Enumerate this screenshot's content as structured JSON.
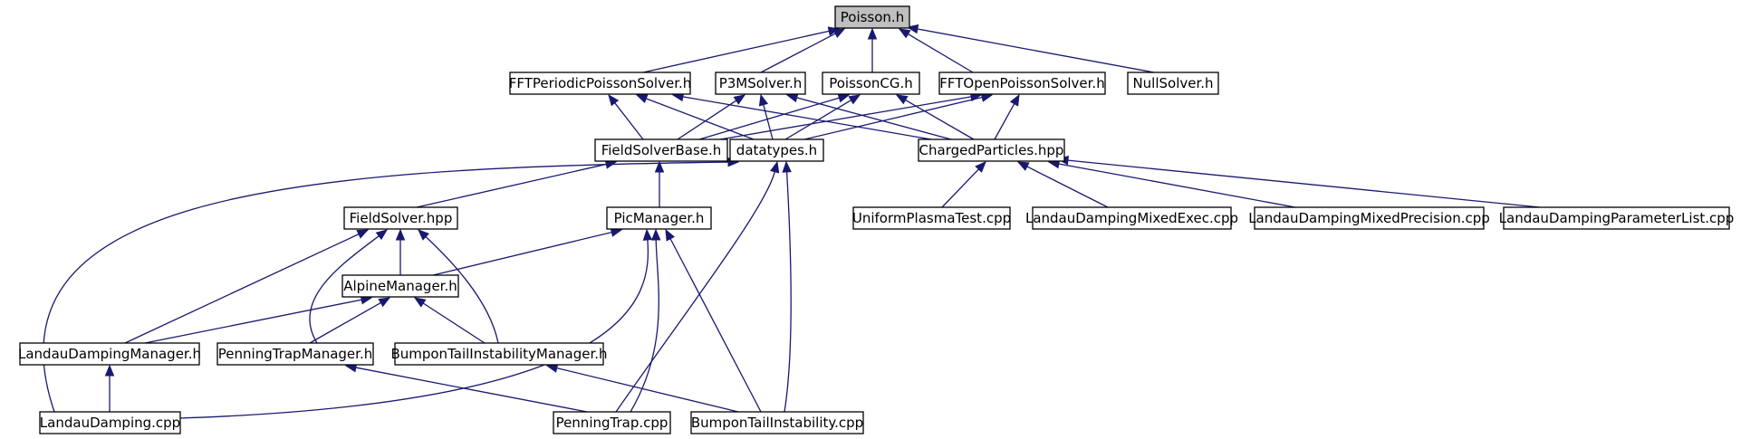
{
  "diagram": {
    "edge_color": "#191970",
    "root_fill": "#bfbfbf",
    "nodes": [
      {
        "id": "poisson",
        "label": "Poisson.h",
        "root": true
      },
      {
        "id": "fftperiodic",
        "label": "FFTPeriodicPoissonSolver.h"
      },
      {
        "id": "p3m",
        "label": "P3MSolver.h"
      },
      {
        "id": "poissoncg",
        "label": "PoissonCG.h"
      },
      {
        "id": "fftopen",
        "label": "FFTOpenPoissonSolver.h"
      },
      {
        "id": "nullsolver",
        "label": "NullSolver.h"
      },
      {
        "id": "fieldsolverbase",
        "label": "FieldSolverBase.h"
      },
      {
        "id": "datatypes",
        "label": "datatypes.h"
      },
      {
        "id": "chargedparticles",
        "label": "ChargedParticles.hpp"
      },
      {
        "id": "fieldsolver",
        "label": "FieldSolver.hpp"
      },
      {
        "id": "picmanager",
        "label": "PicManager.h"
      },
      {
        "id": "uniformplasma",
        "label": "UniformPlasmaTest.cpp"
      },
      {
        "id": "ldmixedexec",
        "label": "LandauDampingMixedExec.cpp"
      },
      {
        "id": "ldmixedprec",
        "label": "LandauDampingMixedPrecision.cpp"
      },
      {
        "id": "ldparamlist",
        "label": "LandauDampingParameterList.cpp"
      },
      {
        "id": "alpinemanager",
        "label": "AlpineManager.h"
      },
      {
        "id": "ldmanager",
        "label": "LandauDampingManager.h"
      },
      {
        "id": "ptmanager",
        "label": "PenningTrapManager.h"
      },
      {
        "id": "btimanager",
        "label": "BumponTailInstabilityManager.h"
      },
      {
        "id": "landaudamping",
        "label": "LandauDamping.cpp"
      },
      {
        "id": "penningtrap",
        "label": "PenningTrap.cpp"
      },
      {
        "id": "bumpontail",
        "label": "BumponTailInstability.cpp"
      }
    ],
    "edges": [
      {
        "from": "fftperiodic",
        "to": "poisson"
      },
      {
        "from": "p3m",
        "to": "poisson"
      },
      {
        "from": "poissoncg",
        "to": "poisson"
      },
      {
        "from": "fftopen",
        "to": "poisson"
      },
      {
        "from": "nullsolver",
        "to": "poisson"
      },
      {
        "from": "fieldsolverbase",
        "to": "fftperiodic"
      },
      {
        "from": "datatypes",
        "to": "fftperiodic"
      },
      {
        "from": "chargedparticles",
        "to": "fftperiodic"
      },
      {
        "from": "fieldsolverbase",
        "to": "p3m"
      },
      {
        "from": "datatypes",
        "to": "p3m"
      },
      {
        "from": "chargedparticles",
        "to": "p3m"
      },
      {
        "from": "fieldsolverbase",
        "to": "poissoncg"
      },
      {
        "from": "datatypes",
        "to": "poissoncg"
      },
      {
        "from": "chargedparticles",
        "to": "poissoncg"
      },
      {
        "from": "fieldsolverbase",
        "to": "fftopen"
      },
      {
        "from": "datatypes",
        "to": "fftopen"
      },
      {
        "from": "chargedparticles",
        "to": "fftopen"
      },
      {
        "from": "fieldsolver",
        "to": "fieldsolverbase"
      },
      {
        "from": "picmanager",
        "to": "fieldsolverbase"
      },
      {
        "from": "landaudamping",
        "to": "datatypes"
      },
      {
        "from": "penningtrap",
        "to": "datatypes"
      },
      {
        "from": "bumpontail",
        "to": "datatypes"
      },
      {
        "from": "uniformplasma",
        "to": "chargedparticles"
      },
      {
        "from": "ldmixedexec",
        "to": "chargedparticles"
      },
      {
        "from": "ldmixedprec",
        "to": "chargedparticles"
      },
      {
        "from": "ldparamlist",
        "to": "chargedparticles"
      },
      {
        "from": "alpinemanager",
        "to": "fieldsolver"
      },
      {
        "from": "ldmanager",
        "to": "fieldsolver"
      },
      {
        "from": "ptmanager",
        "to": "fieldsolver"
      },
      {
        "from": "btimanager",
        "to": "fieldsolver"
      },
      {
        "from": "alpinemanager",
        "to": "picmanager"
      },
      {
        "from": "landaudamping",
        "to": "picmanager"
      },
      {
        "from": "penningtrap",
        "to": "picmanager"
      },
      {
        "from": "bumpontail",
        "to": "picmanager"
      },
      {
        "from": "ldmanager",
        "to": "alpinemanager"
      },
      {
        "from": "ptmanager",
        "to": "alpinemanager"
      },
      {
        "from": "btimanager",
        "to": "alpinemanager"
      },
      {
        "from": "landaudamping",
        "to": "ldmanager"
      },
      {
        "from": "penningtrap",
        "to": "ptmanager"
      },
      {
        "from": "bumpontail",
        "to": "btimanager"
      }
    ]
  }
}
